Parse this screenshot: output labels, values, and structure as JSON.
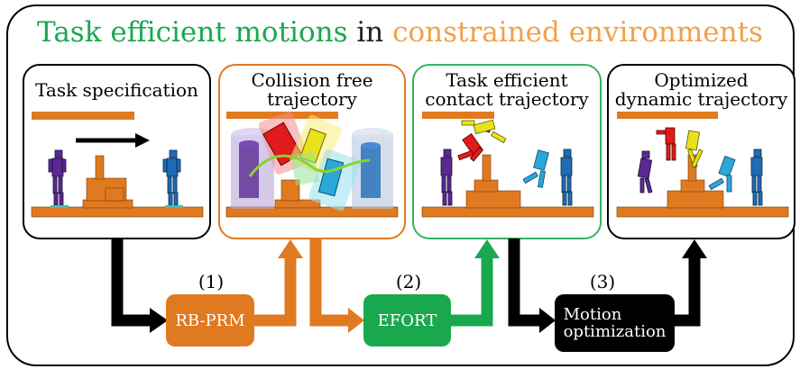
{
  "title": {
    "part1": "Task efficient motions",
    "part2": "in",
    "part3": "constrained environments",
    "colors": {
      "part1": "#1aa84e",
      "part2": "#222222",
      "part3": "#f2a04a"
    }
  },
  "panels": [
    {
      "title": "Task specification",
      "border": "#000000"
    },
    {
      "title_line1": "Collision free",
      "title_line2": "trajectory",
      "border": "#e07a20"
    },
    {
      "title_line1": "Task efficient",
      "title_line2": "contact trajectory",
      "border": "#36b35e"
    },
    {
      "title_line1": "Optimized",
      "title_line2": "dynamic trajectory",
      "border": "#000000"
    }
  ],
  "steps": [
    {
      "label": "(1)",
      "box": "RB-PRM",
      "color": "#e07a20"
    },
    {
      "label": "(2)",
      "box": "EFORT",
      "color": "#1aa84e"
    },
    {
      "label": "(3)",
      "box_line1": "Motion",
      "box_line2": "optimization",
      "color": "#000000"
    }
  ],
  "colors": {
    "terrain": "#e07a20",
    "arrow_black": "#000000",
    "arrow_orange": "#e07a20",
    "arrow_green": "#1aa84e",
    "robot_purple": "#5a2a91",
    "robot_blue": "#1f6bb5",
    "robot_cyan": "#2aa8d8",
    "robot_red": "#e01b1b",
    "robot_yellow": "#e8e21a",
    "foot": "#3fc3a8"
  }
}
